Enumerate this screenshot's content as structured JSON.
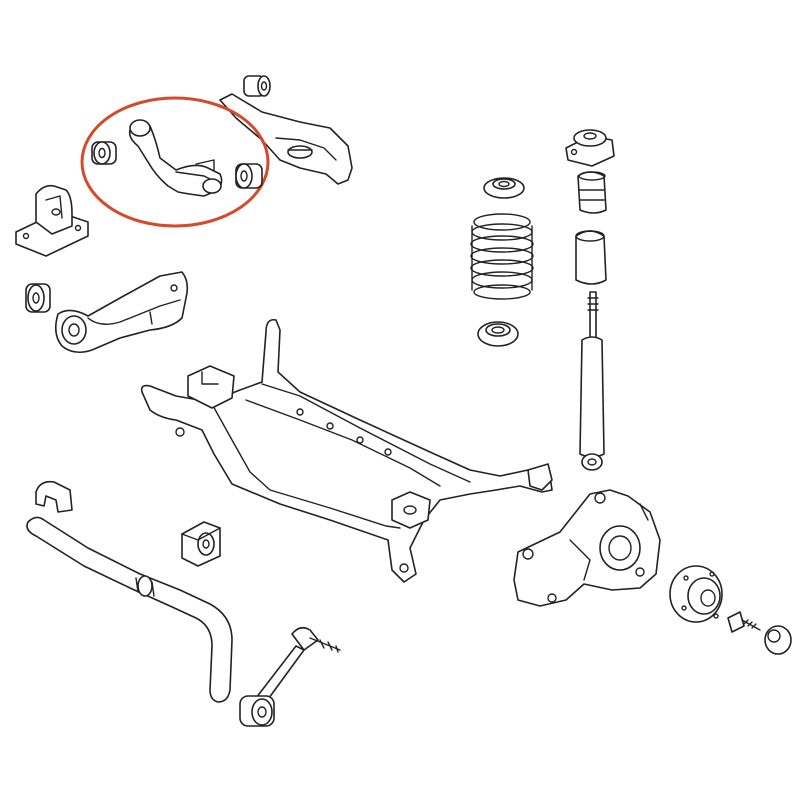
{
  "diagram": {
    "style": "exploded-parts-line-drawing",
    "colors": {
      "background": "#ffffff",
      "line": "#222222",
      "highlight": "#d44a2a"
    },
    "highlight": {
      "shape": "ellipse",
      "target": "upper-control-arm-with-bushings"
    },
    "parts": [
      "subframe-crossmember",
      "upper-control-arm",
      "upper-arm-bushing",
      "lower-control-arm",
      "trailing-arm",
      "mount-bracket",
      "coil-spring",
      "spring-upper-seat",
      "spring-lower-seat",
      "shock-absorber",
      "dust-boot",
      "bump-stop",
      "top-mount",
      "stabilizer-bar",
      "stabilizer-bushing",
      "stabilizer-link",
      "wheel-knuckle",
      "wheel-hub",
      "hub-bolt",
      "dust-cap"
    ]
  }
}
